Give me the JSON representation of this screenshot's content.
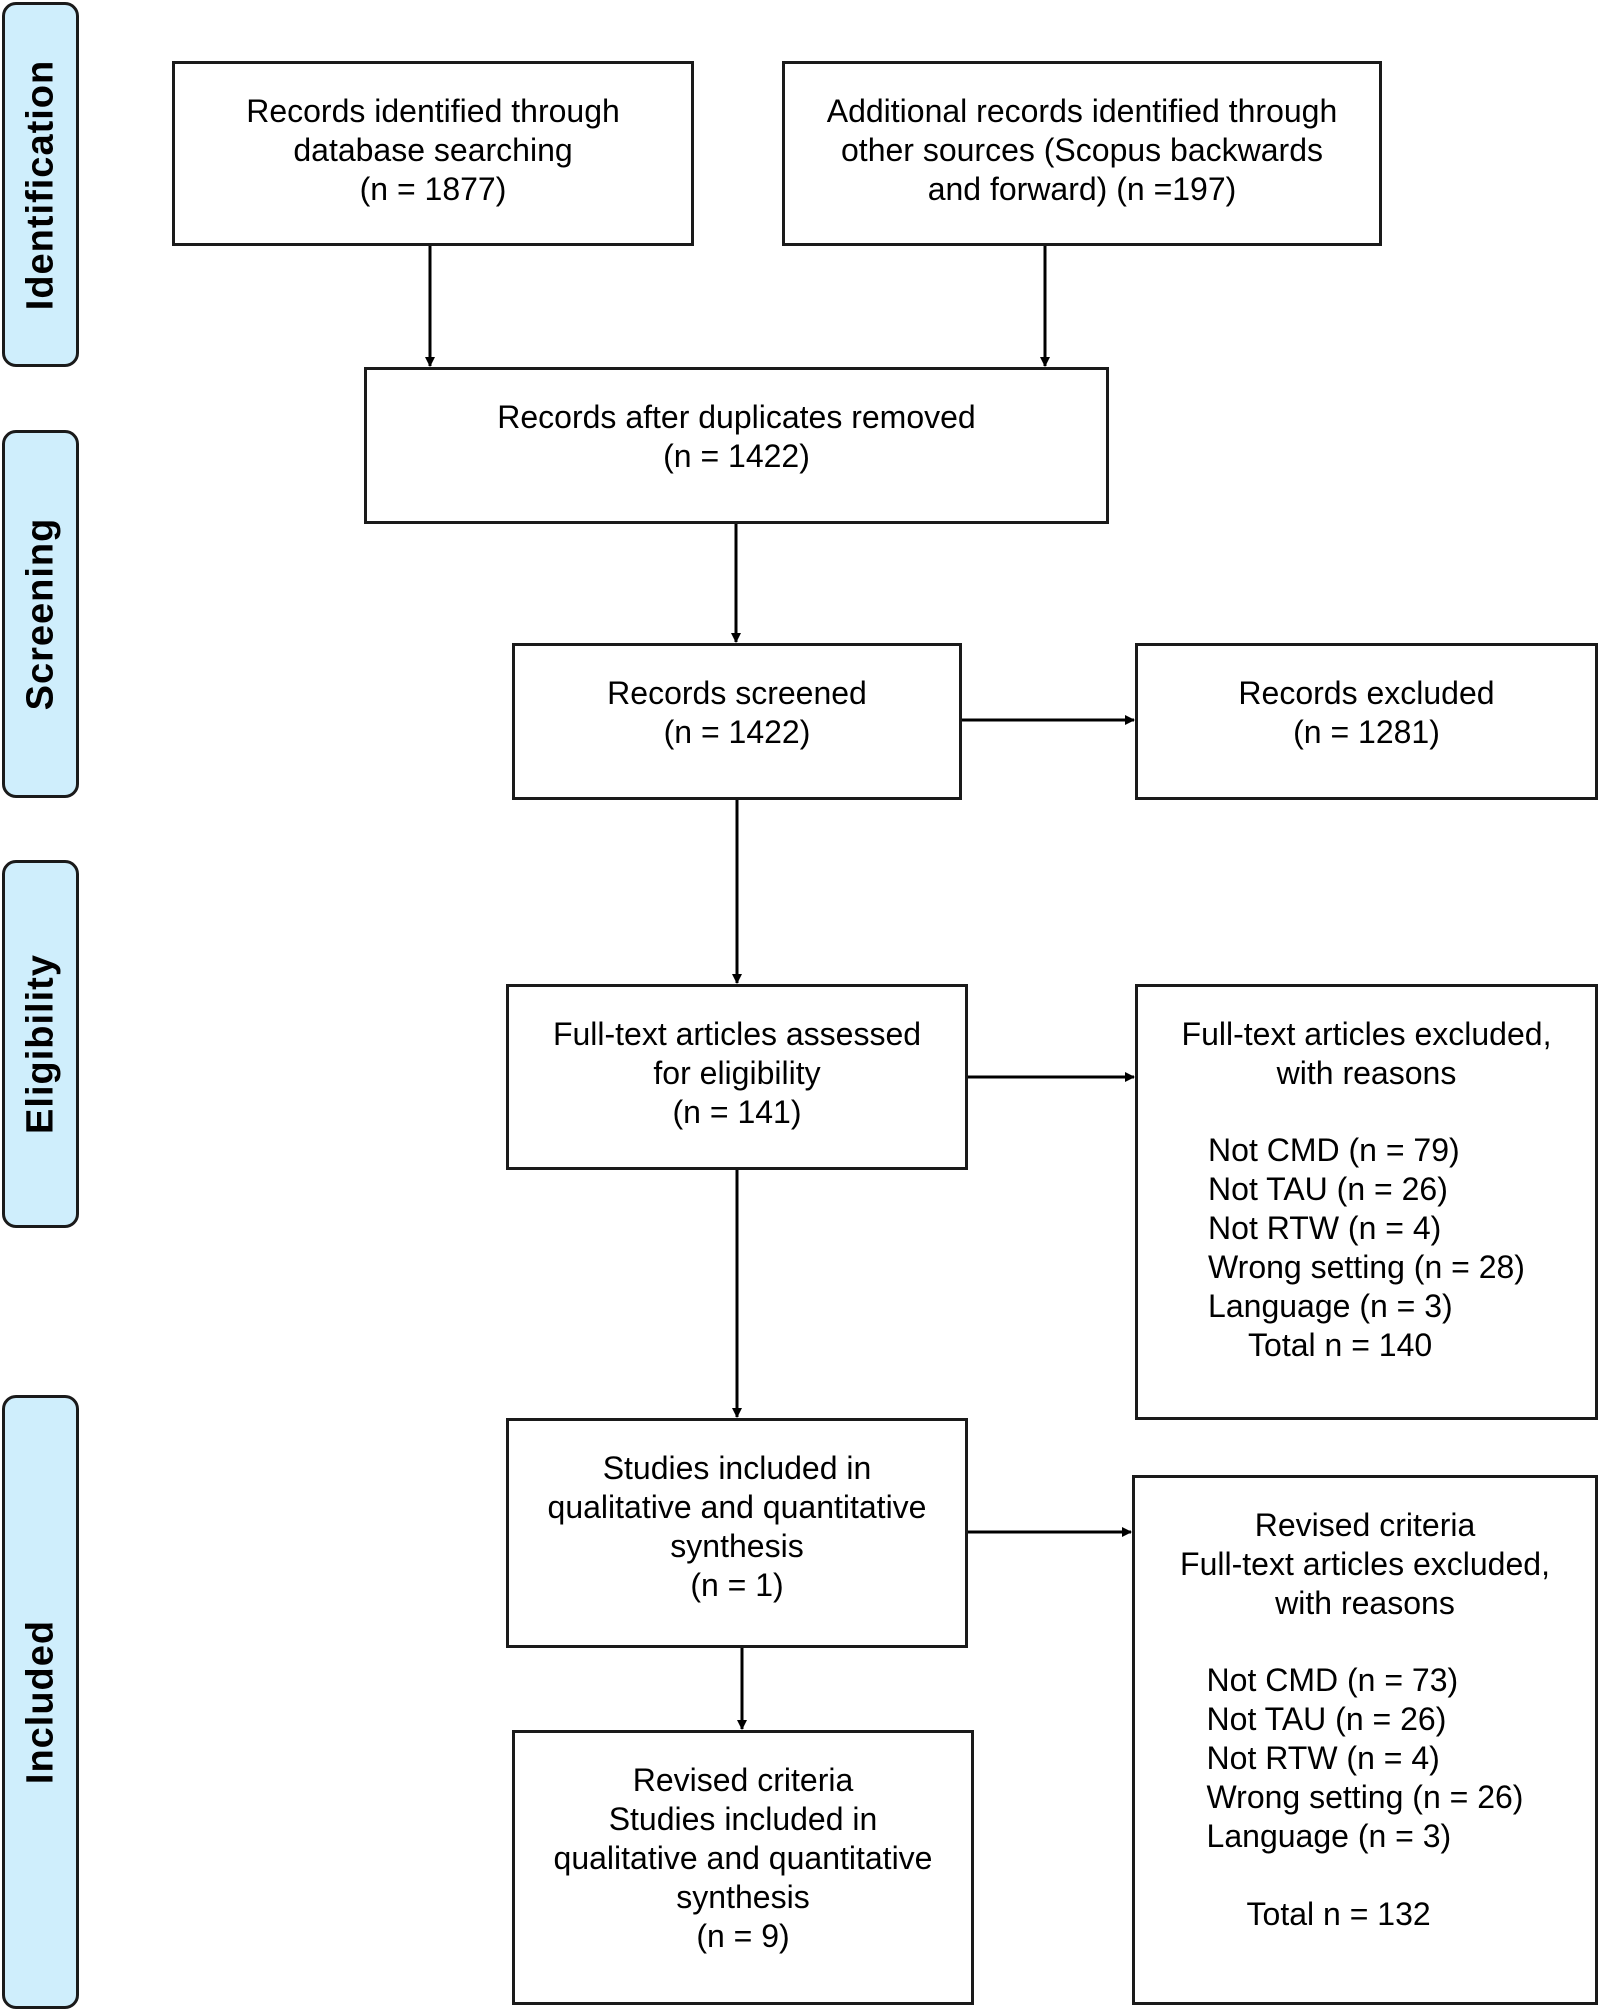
{
  "phases": {
    "identification": "Identification",
    "screening": "Screening",
    "eligibility": "Eligibility",
    "included": "Included"
  },
  "boxes": {
    "db_search": {
      "lines": [
        "Records identified through",
        "database searching",
        "(n = 1877)"
      ]
    },
    "other_sources": {
      "lines": [
        "Additional records identified through",
        "other sources (Scopus backwards",
        "and forward) (n =197)"
      ]
    },
    "after_duplicates": {
      "lines": [
        "Records after duplicates removed",
        "(n = 1422)"
      ]
    },
    "screened": {
      "lines": [
        "Records screened",
        "(n = 1422)"
      ]
    },
    "excluded": {
      "lines": [
        "Records excluded",
        "(n = 1281)"
      ]
    },
    "fulltext_assessed": {
      "lines": [
        "Full-text articles assessed",
        "for eligibility",
        "(n = 141)"
      ]
    },
    "fulltext_excluded": {
      "header": [
        "Full-text articles excluded,",
        "with reasons"
      ],
      "reasons": [
        "Not CMD (n = 79)",
        "Not TAU (n = 26)",
        "Not RTW (n = 4)",
        "Wrong setting (n = 28)",
        "Language (n = 3)"
      ],
      "total": "Total n = 140"
    },
    "included": {
      "lines": [
        "Studies included in",
        "qualitative and quantitative",
        "synthesis",
        "(n = 1)"
      ]
    },
    "revised_excluded": {
      "header": [
        "Revised criteria",
        "Full-text articles excluded,",
        "with reasons"
      ],
      "reasons": [
        "Not CMD (n = 73)",
        "Not TAU (n = 26)",
        "Not RTW (n = 4)",
        "Wrong setting (n = 26)",
        "Language (n = 3)"
      ],
      "total": "Total n = 132"
    },
    "revised_included": {
      "lines": [
        "Revised criteria",
        "Studies included in",
        "qualitative and quantitative",
        "synthesis",
        "(n = 9)"
      ]
    }
  }
}
